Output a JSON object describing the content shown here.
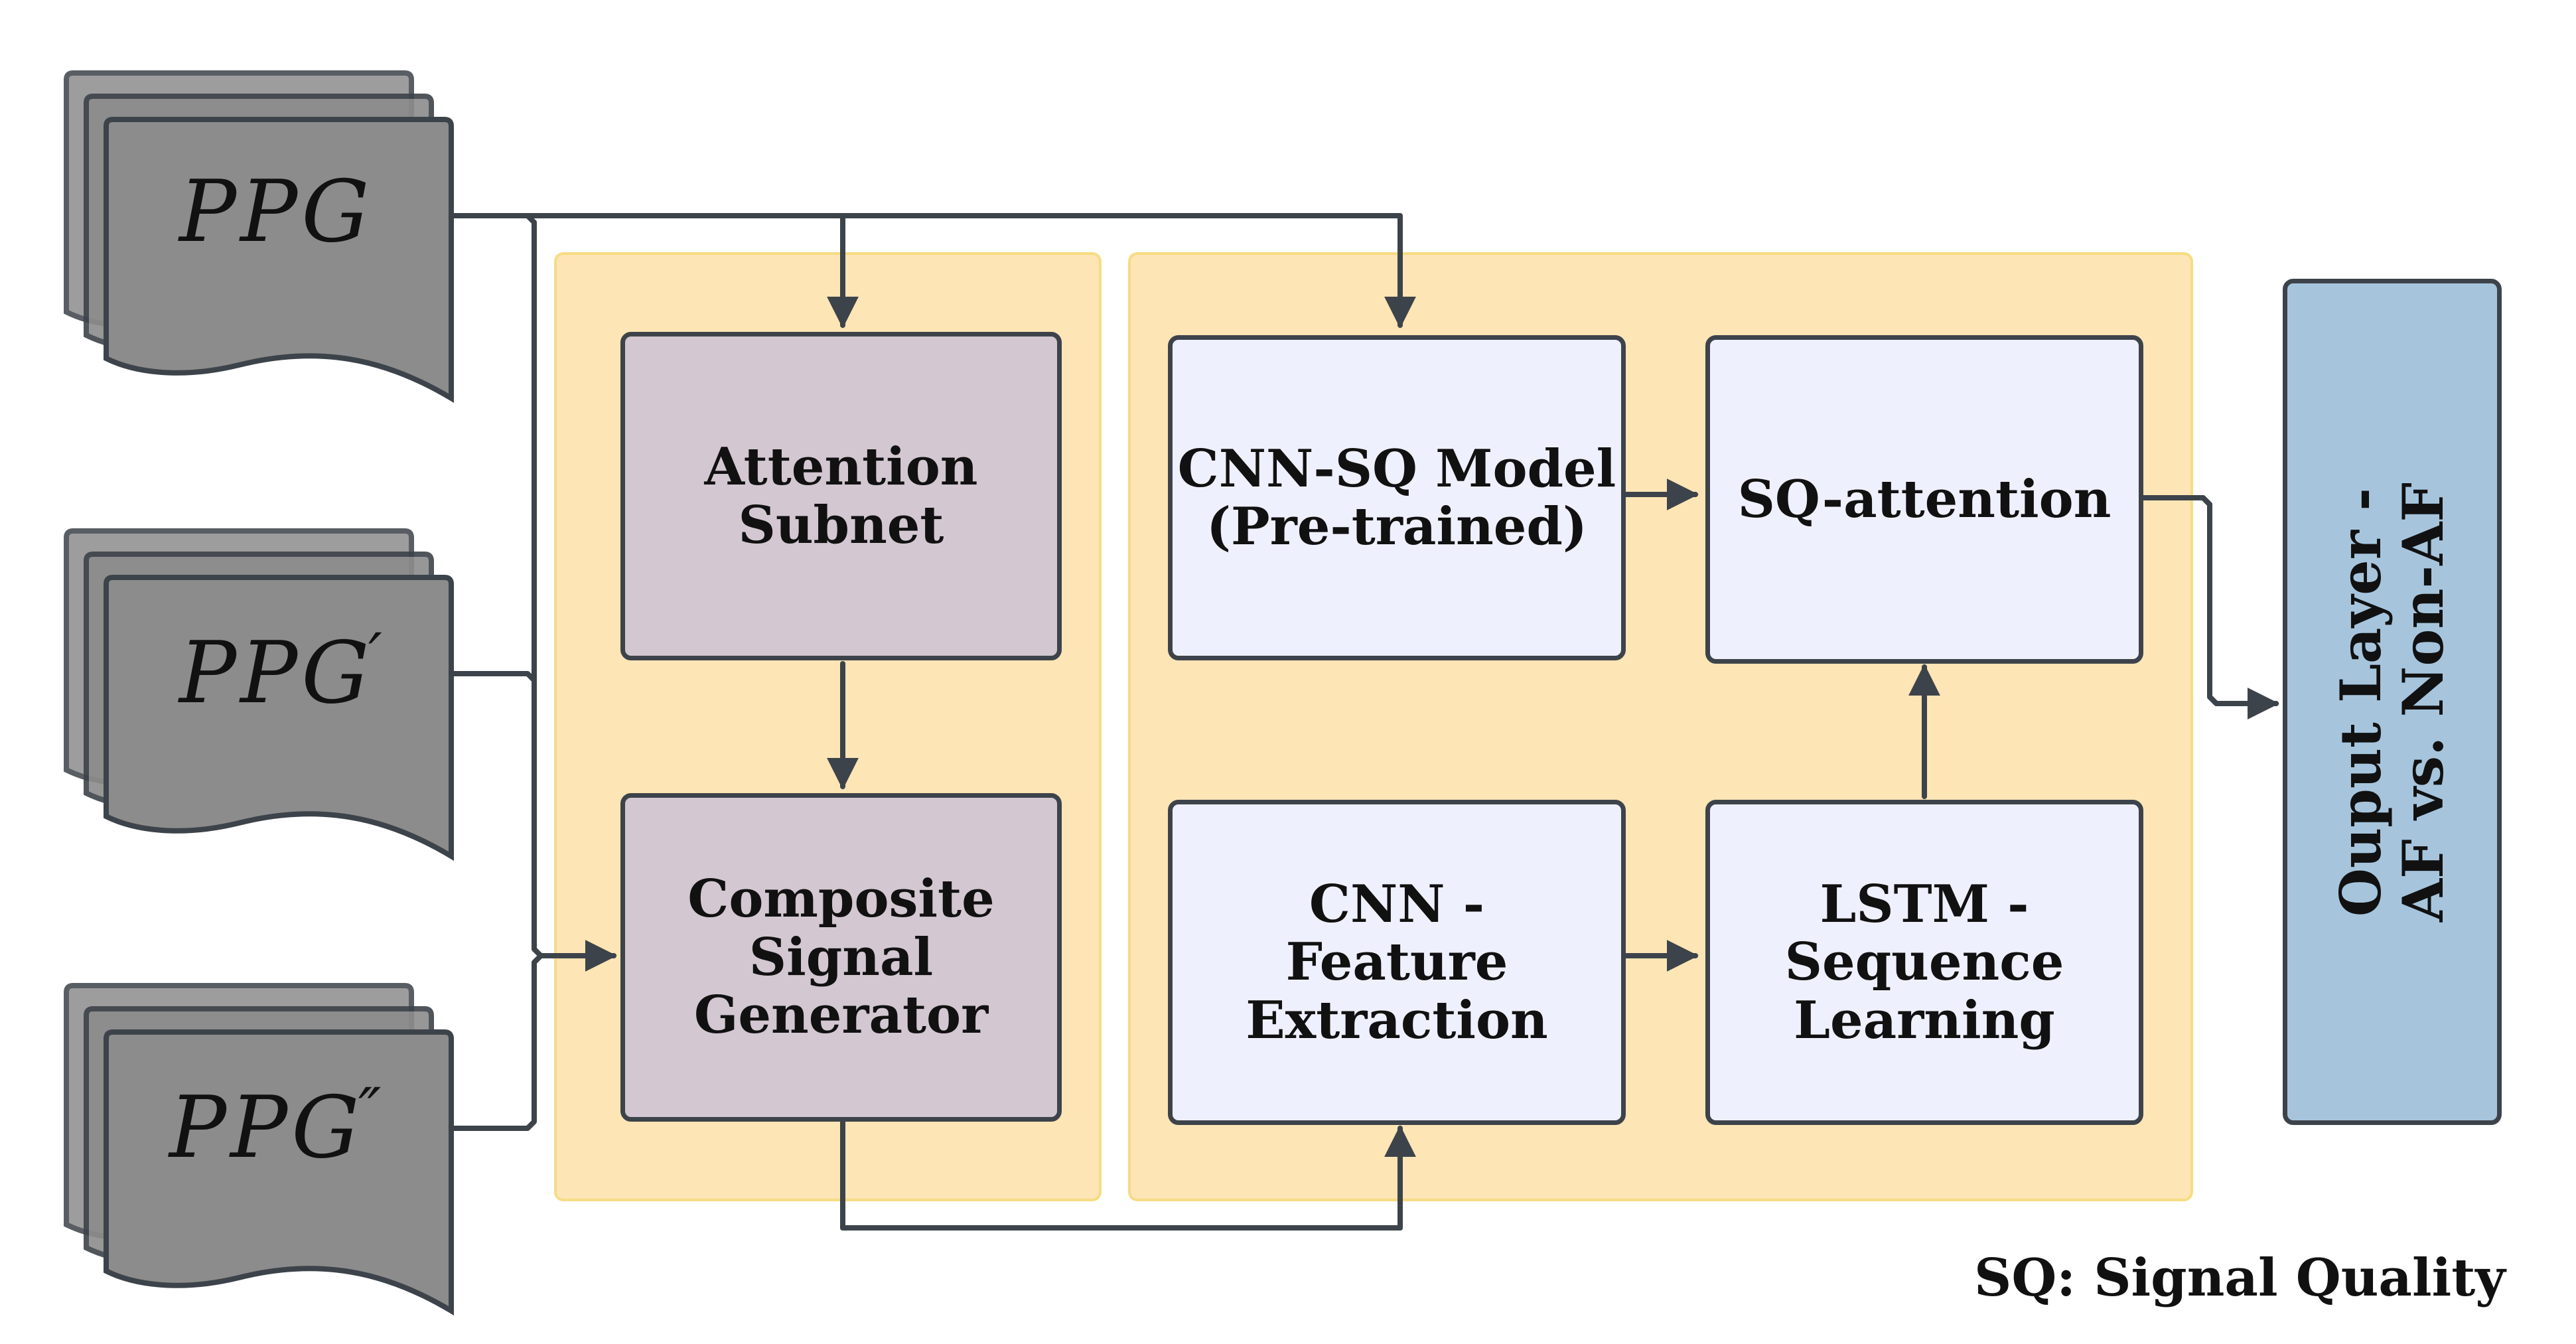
{
  "inputs": [
    {
      "label": "PPG",
      "prime": ""
    },
    {
      "label": "PPG",
      "prime": "′"
    },
    {
      "label": "PPG",
      "prime": "″"
    }
  ],
  "blocks": {
    "attention_subnet": "Attention\nSubnet",
    "composite_signal_generator": "Composite\nSignal\nGenerator",
    "cnn_sq_model": "CNN-SQ Model\n(Pre-trained)",
    "sq_attention": "SQ-attention",
    "cnn_feature_extraction": "CNN -\nFeature\nExtraction",
    "lstm_sequence_learning": "LSTM -\nSequence\nLearning",
    "output_layer": "Ouput Layer -\nAF vs. Non-AF"
  },
  "legend": "SQ: Signal Quality",
  "colors": {
    "panel": "#fde5b5",
    "panel_border": "#f6dc83",
    "purple_block": "#d3c7d1",
    "white_block": "#eff0fd",
    "output_block": "#a6c5dd",
    "stroke": "#3d434a",
    "document_fill": "#8a8a8a"
  }
}
